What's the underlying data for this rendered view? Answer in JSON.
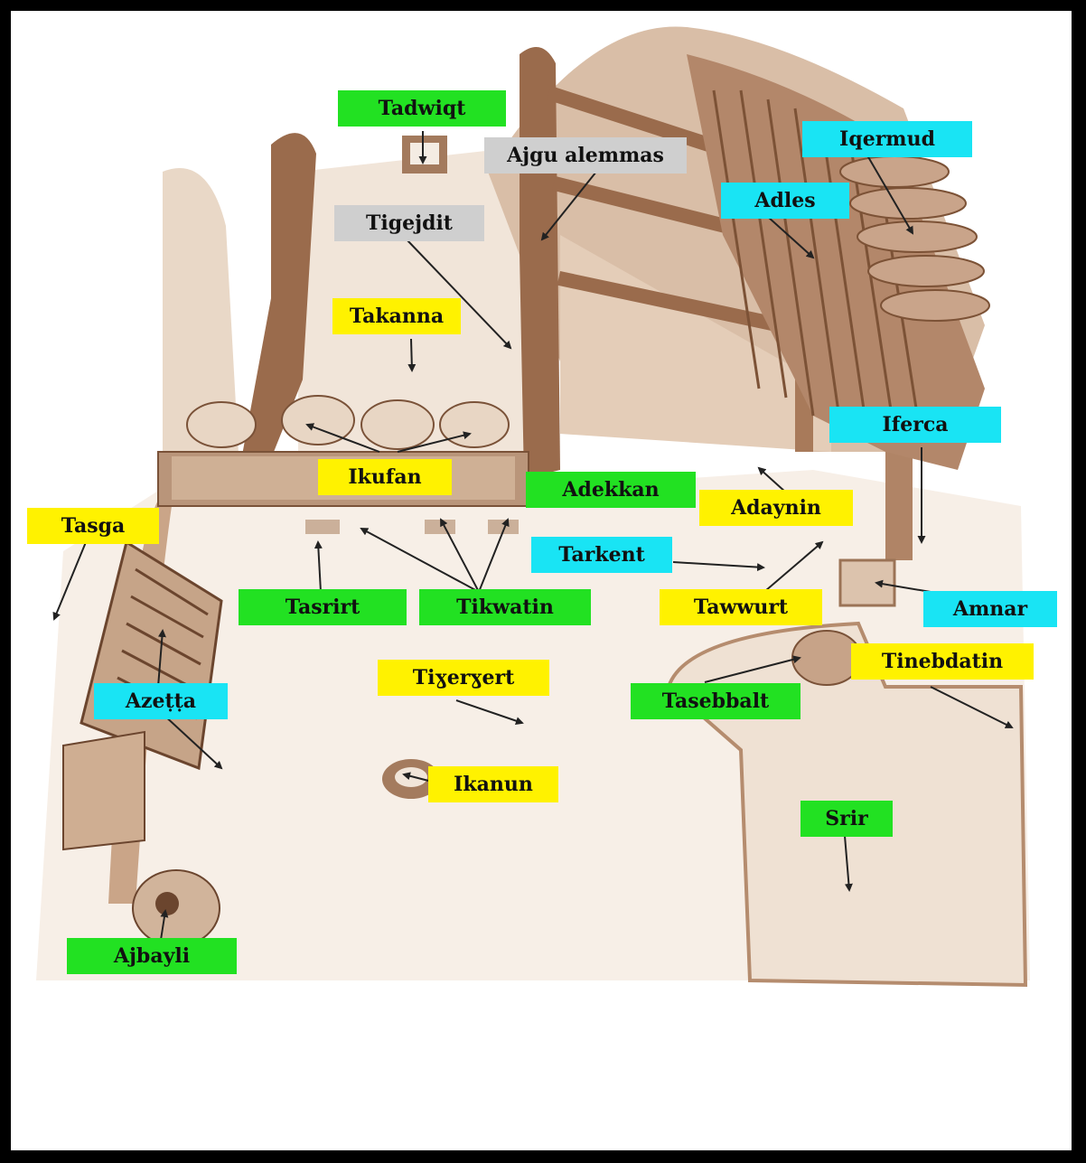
{
  "colors": {
    "green": "#22e122",
    "yellow": "#fff200",
    "cyan": "#19e4f4",
    "gray": "#cfcfcf",
    "sketch_dark": "#7a5238",
    "sketch_mid": "#b48c6e",
    "sketch_light": "#e6d3c1"
  },
  "labels": [
    {
      "id": "tadwiqt",
      "text": "Tadwiqt",
      "color": "green"
    },
    {
      "id": "ajgu-alemmas",
      "text": "Ajgu alemmas",
      "color": "gray"
    },
    {
      "id": "iqermud",
      "text": "Iqermud",
      "color": "cyan"
    },
    {
      "id": "adles",
      "text": "Adles",
      "color": "cyan"
    },
    {
      "id": "tigejdit",
      "text": "Tigejdit",
      "color": "gray"
    },
    {
      "id": "takanna",
      "text": "Takanna",
      "color": "yellow"
    },
    {
      "id": "iferca",
      "text": "Iferca",
      "color": "cyan"
    },
    {
      "id": "ikufan",
      "text": "Ikufan",
      "color": "yellow"
    },
    {
      "id": "adekkan",
      "text": "Adekkan",
      "color": "green"
    },
    {
      "id": "adaynin",
      "text": "Adaynin",
      "color": "yellow"
    },
    {
      "id": "tasga",
      "text": "Tasga",
      "color": "yellow"
    },
    {
      "id": "tarkent",
      "text": "Tarkent",
      "color": "cyan"
    },
    {
      "id": "tasrirt",
      "text": "Tasrirt",
      "color": "green"
    },
    {
      "id": "tikwatin",
      "text": "Tikwatin",
      "color": "green"
    },
    {
      "id": "tawwurt",
      "text": "Tawwurt",
      "color": "yellow"
    },
    {
      "id": "amnar",
      "text": "Amnar",
      "color": "cyan"
    },
    {
      "id": "tinebdatin",
      "text": "Tinebdatin",
      "color": "yellow"
    },
    {
      "id": "tiyeryert",
      "text": "Tiɣerɣert",
      "color": "yellow"
    },
    {
      "id": "azetta",
      "text": "Azeṭṭa",
      "color": "cyan"
    },
    {
      "id": "tasebbalt",
      "text": "Tasebbalt",
      "color": "green"
    },
    {
      "id": "ikanun",
      "text": "Ikanun",
      "color": "yellow"
    },
    {
      "id": "srir",
      "text": "Srir",
      "color": "green"
    },
    {
      "id": "ajbayli",
      "text": "Ajbayli",
      "color": "green"
    }
  ]
}
